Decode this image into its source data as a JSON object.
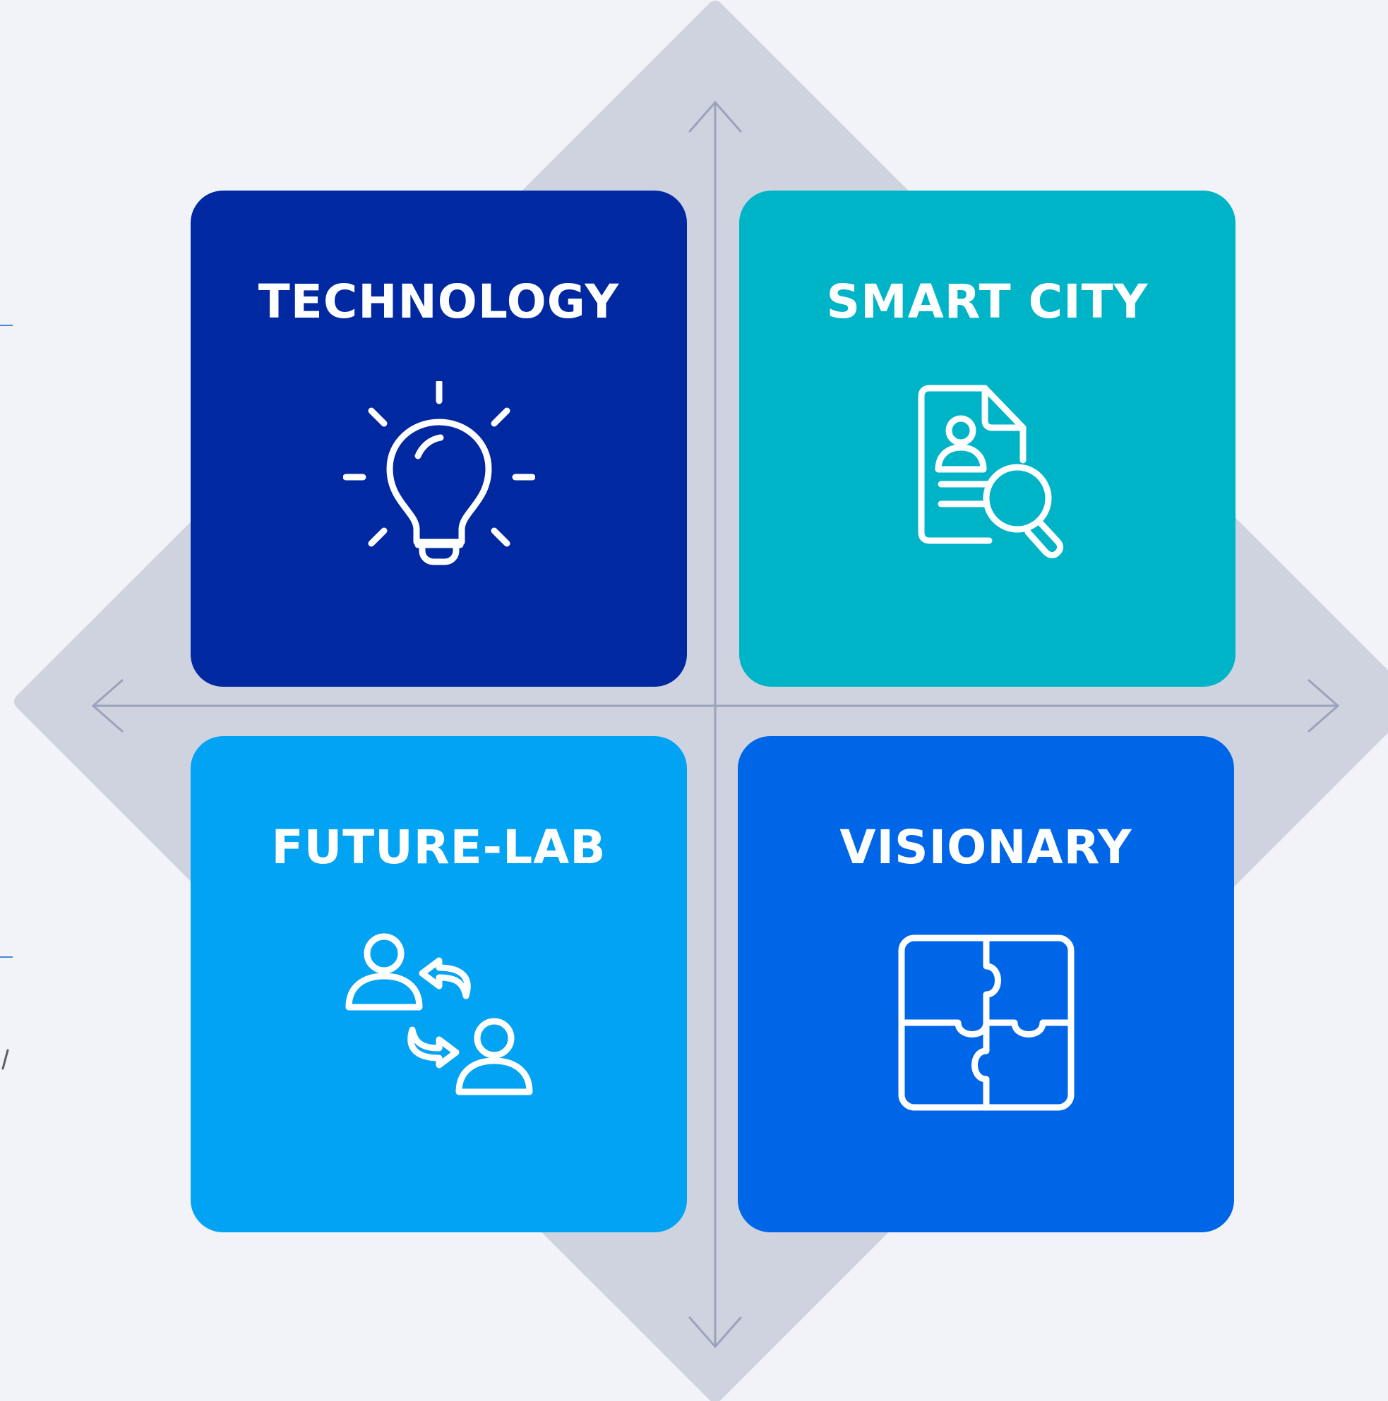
{
  "colors": {
    "background": "#f1f3f8",
    "diamond": "#cfd3df",
    "axis": "#9aa3bb",
    "icon_stroke": "#ffffff",
    "edge_mark": "#4a86d8"
  },
  "quadrants": [
    {
      "id": "technology",
      "label": "TECHNOLOGY",
      "icon": "lightbulb-icon",
      "color": "#0028a0"
    },
    {
      "id": "smart-city",
      "label": "SMART CITY",
      "icon": "document-search-icon",
      "color": "#00b4c8"
    },
    {
      "id": "future-lab",
      "label": "FUTURE-LAB",
      "icon": "people-exchange-icon",
      "color": "#02a3f2"
    },
    {
      "id": "visionary",
      "label": "VISIONARY",
      "icon": "puzzle-icon",
      "color": "#0066e8"
    }
  ]
}
